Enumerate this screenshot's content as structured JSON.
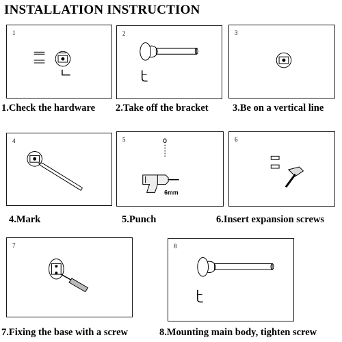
{
  "title": "INSTALLATION INSTRUCTION",
  "steps": [
    {
      "number": "1",
      "caption": "1.Check the hardware"
    },
    {
      "number": "2",
      "caption": "2.Take off the bracket"
    },
    {
      "number": "3",
      "caption": "3.Be on a vertical line"
    },
    {
      "number": "4",
      "caption": "4.Mark"
    },
    {
      "number": "5",
      "caption": "5.Punch",
      "drill_label": "6mm"
    },
    {
      "number": "6",
      "caption": "6.Insert expansion screws"
    },
    {
      "number": "7",
      "caption": "7.Fixing the base with a screw"
    },
    {
      "number": "8",
      "caption": "8.Mounting main body, tighten screw"
    }
  ]
}
